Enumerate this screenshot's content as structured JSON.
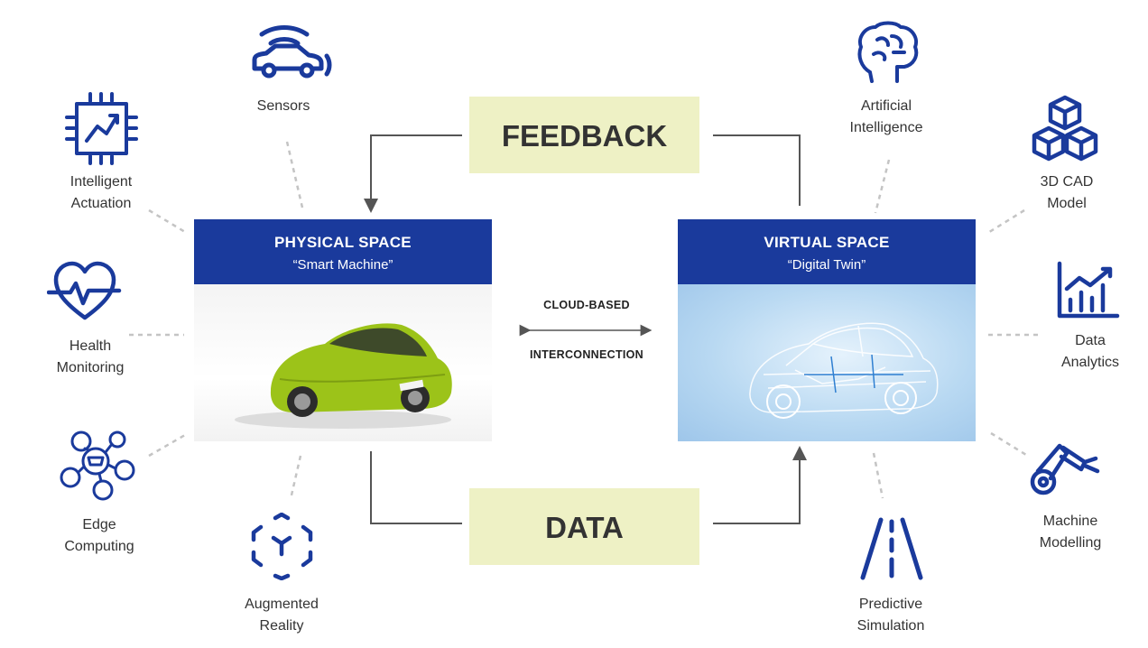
{
  "feedback_label": "FEEDBACK",
  "data_label": "DATA",
  "physical_space": {
    "title": "PHYSICAL SPACE",
    "subtitle": "“Smart Machine”"
  },
  "virtual_space": {
    "title": "VIRTUAL SPACE",
    "subtitle": "“Digital Twin”"
  },
  "connection": {
    "line1": "CLOUD-BASED",
    "line2": "INTERCONNECTION"
  },
  "left_items": [
    {
      "icon": "car-sensor-icon",
      "lines": [
        "Sensors"
      ]
    },
    {
      "icon": "chip-chart-icon",
      "lines": [
        "Intelligent",
        "Actuation"
      ]
    },
    {
      "icon": "heart-pulse-icon",
      "lines": [
        "Health",
        "Monitoring"
      ]
    },
    {
      "icon": "network-nodes-icon",
      "lines": [
        "Edge",
        "Computing"
      ]
    },
    {
      "icon": "ar-cube-icon",
      "lines": [
        "Augmented",
        "Reality"
      ]
    }
  ],
  "right_items": [
    {
      "icon": "brain-icon",
      "lines": [
        "Artificial",
        "Intelligence"
      ]
    },
    {
      "icon": "cubes-icon",
      "lines": [
        "3D CAD",
        "Model"
      ]
    },
    {
      "icon": "bar-chart-icon",
      "lines": [
        "Data",
        "Analytics"
      ]
    },
    {
      "icon": "robot-arm-icon",
      "lines": [
        "Machine",
        "Modelling"
      ]
    },
    {
      "icon": "road-icon",
      "lines": [
        "Predictive",
        "Simulation"
      ]
    }
  ],
  "colors": {
    "primary_blue": "#1a3a9c",
    "tag_bg": "#eef1c5",
    "connector": "#555555",
    "dashed": "#c4c4c4",
    "car_green": "#9cc319",
    "wire_blue": "#2f7fd1"
  }
}
